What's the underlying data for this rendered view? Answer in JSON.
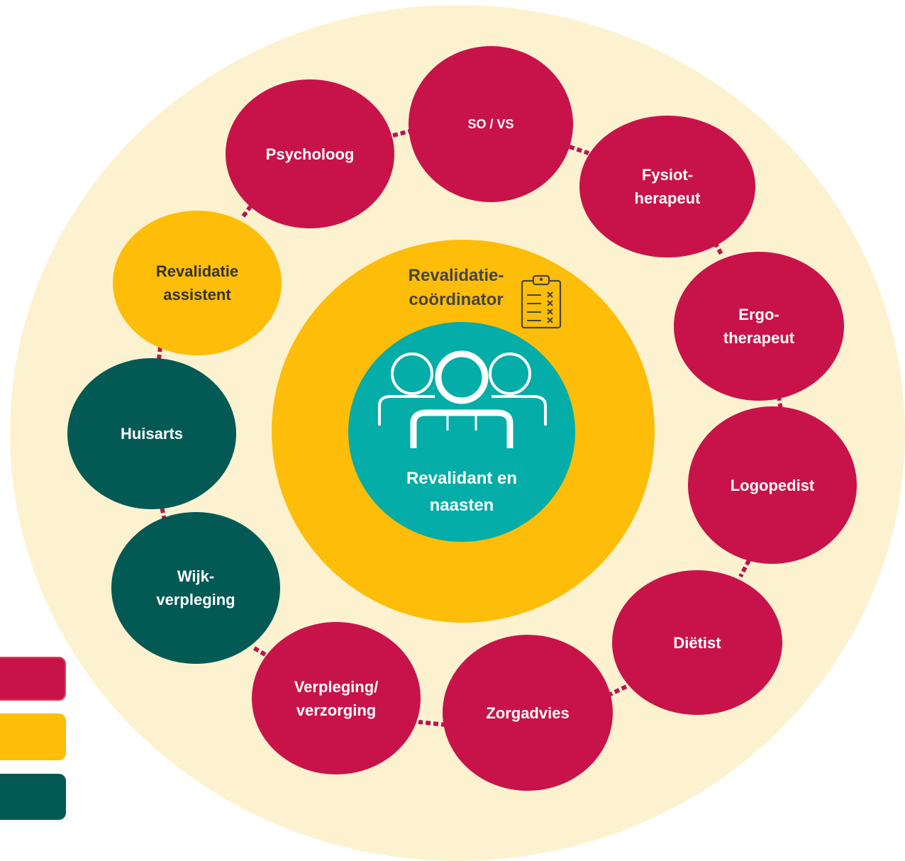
{
  "colors": {
    "outer_ring": "#FDF2D0",
    "discipline": "#C8134A",
    "rehab": "#FDBD08",
    "home_care": "#035A54",
    "client": "#04ADA7",
    "connector": "#B5174F"
  },
  "center": {
    "coordinator_label": "Revalidatie-\ncoördinator",
    "coordinator_icon": "clipboard-checklist-icon",
    "client_label": "Revalidant en\nnaasten",
    "client_icon": "people-group-icon"
  },
  "nodes": [
    {
      "id": "so-vs",
      "label": "SO / VS",
      "group": "discipline"
    },
    {
      "id": "fysiotherapeut",
      "label": "Fysiot-\nherapeut",
      "group": "discipline"
    },
    {
      "id": "ergotherapeut",
      "label": "Ergo-\ntherapeut",
      "group": "discipline"
    },
    {
      "id": "logopedist",
      "label": "Logopedist",
      "group": "discipline"
    },
    {
      "id": "dietist",
      "label": "Diëtist",
      "group": "discipline"
    },
    {
      "id": "zorgadvies",
      "label": "Zorgadvies",
      "group": "discipline"
    },
    {
      "id": "verpleging-verzorging",
      "label": "Verpleging/\nverzorging",
      "group": "discipline"
    },
    {
      "id": "wijkverpleging",
      "label": "Wijk-\nverpleging",
      "group": "home_care"
    },
    {
      "id": "huisarts",
      "label": "Huisarts",
      "group": "home_care"
    },
    {
      "id": "revalidatie-assistent",
      "label": "Revalidatie\nassistent",
      "group": "rehab"
    },
    {
      "id": "psycholoog",
      "label": "Psycholoog",
      "group": "discipline"
    }
  ],
  "legend": [
    {
      "group": "discipline",
      "color": "#C8134A"
    },
    {
      "group": "rehab",
      "color": "#FDBD08"
    },
    {
      "group": "home_care",
      "color": "#035A54"
    }
  ]
}
